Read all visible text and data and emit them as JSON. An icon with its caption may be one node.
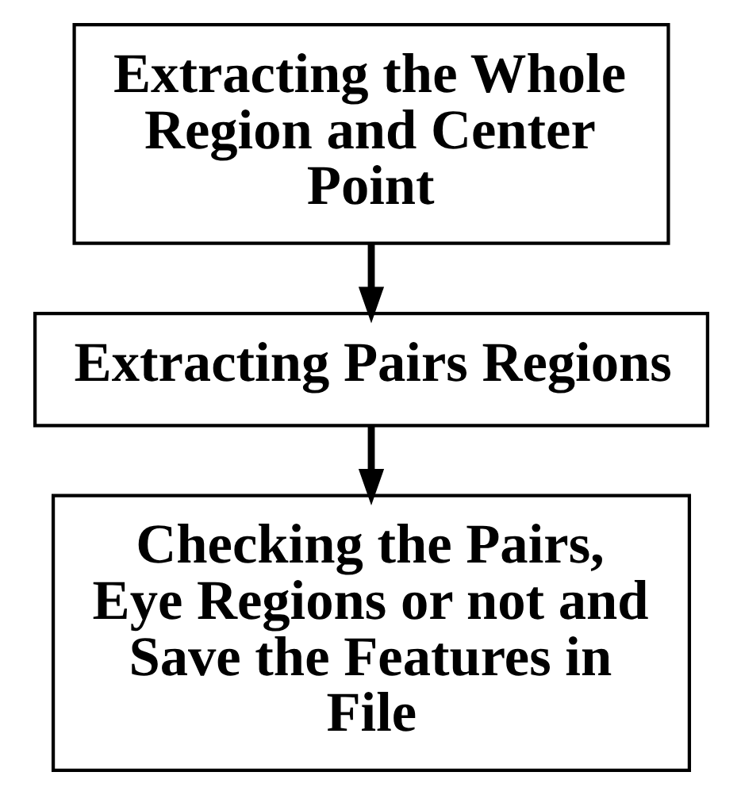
{
  "diagram": {
    "nodes": [
      {
        "text": [
          "Extracting the Whole Region and Center Point"
        ]
      },
      {
        "text": [
          "Extracting Pairs Regions"
        ]
      },
      {
        "text": [
          "Checking the Pairs, Eye Regions or not and Save the Features in File"
        ]
      }
    ],
    "edges": [
      {
        "from": 0,
        "to": 1,
        "arrow": "to"
      },
      {
        "from": 1,
        "to": 2,
        "arrow": "to"
      }
    ]
  }
}
